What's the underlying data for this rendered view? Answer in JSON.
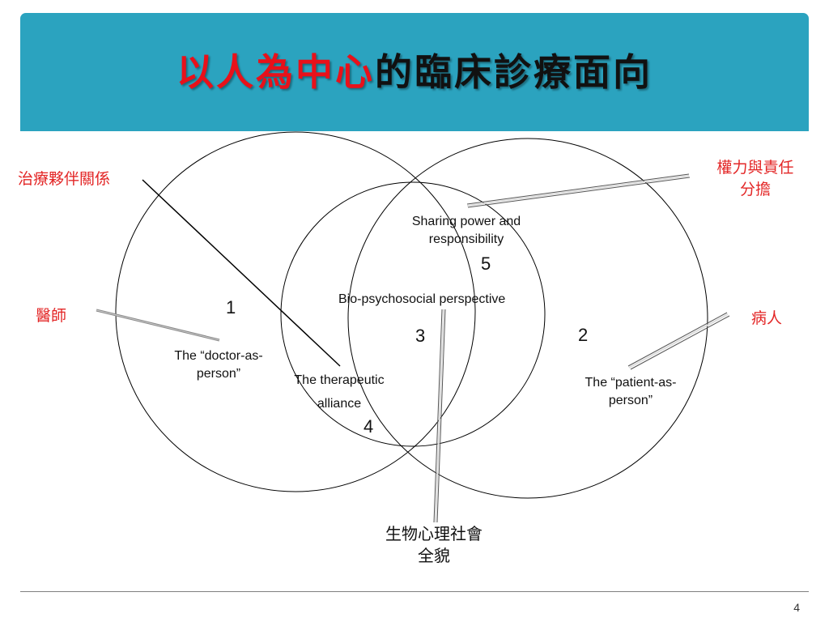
{
  "title": {
    "highlight": "以人為中心",
    "rest": "的臨床診療面向"
  },
  "callouts": {
    "alliance_zh": "治療夥伴關係",
    "power_zh_line1": "權力與責任",
    "power_zh_line2": "分擔",
    "doctor_zh": "醫師",
    "patient_zh": "病人",
    "biopsy_zh_line1": "生物心理社會",
    "biopsy_zh_line2": "全貌"
  },
  "diagram": {
    "sharing_line1": "Sharing power and",
    "sharing_line2": "responsibility",
    "biopsychosocial": "Bio-psychosocial perspective",
    "doctor_line1": "The “doctor-as-",
    "doctor_line2": "person”",
    "patient_line1": "The “patient-as-",
    "patient_line2": "person”",
    "alliance_line1": "The therapeutic",
    "alliance_line2": "alliance",
    "n1": "1",
    "n2": "2",
    "n3": "3",
    "n4": "4",
    "n5": "5"
  },
  "page_number": "4",
  "colors": {
    "header": "#2ba3bf",
    "accent_red": "#e32626"
  }
}
